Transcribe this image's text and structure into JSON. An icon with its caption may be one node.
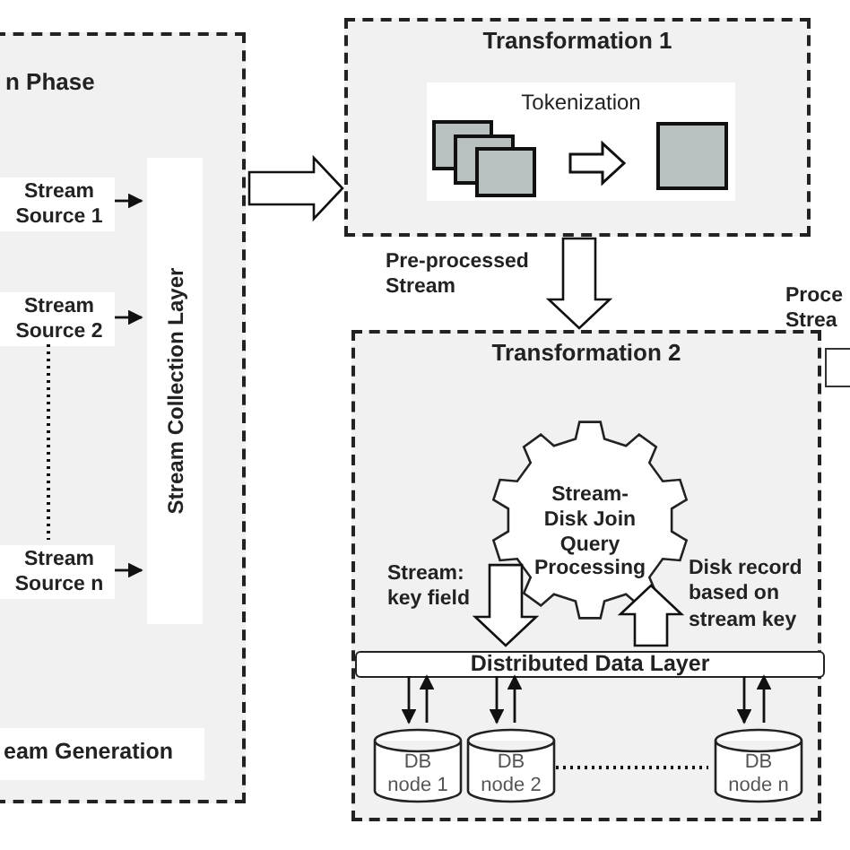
{
  "diagram": {
    "nodes": [
      {
        "text": [
          "n Phase"
        ]
      },
      {
        "text": [
          "Stream Source 1"
        ],
        "in": 0
      },
      {
        "text": [
          "Stream Source 2"
        ],
        "in": 0
      },
      {
        "text": [
          "Stream Source n"
        ],
        "in": 0
      },
      {
        "text": [
          "Stream Collection Layer"
        ],
        "in": 0
      },
      {
        "text": [
          "eam Generation"
        ],
        "in": 0
      },
      {
        "text": [
          "Transformation 1"
        ]
      },
      {
        "text": [
          "Tokenization"
        ],
        "in": 6
      },
      {
        "text": [
          "Transformation 2"
        ]
      },
      {
        "text": [
          "Stream-Disk Join Query Processing"
        ],
        "in": 8
      },
      {
        "text": [
          "Distributed Data Layer"
        ],
        "in": 8
      },
      {
        "text": [
          "DB node 1"
        ],
        "in": 8
      },
      {
        "text": [
          "DB node 2"
        ],
        "in": 8
      },
      {
        "text": [
          "DB node n"
        ],
        "in": 8
      },
      {
        "text": [],
        "shape": "box"
      }
    ],
    "edges": [
      {
        "from": 1,
        "to": 4,
        "arrow": "to"
      },
      {
        "from": 2,
        "to": 4,
        "arrow": "to"
      },
      {
        "from": 3,
        "to": 4,
        "arrow": "to"
      },
      {
        "from": 2,
        "to": 3,
        "arrow": "none",
        "style": "dashed"
      },
      {
        "from": 0,
        "to": 6,
        "arrow": "to",
        "style": "thick"
      },
      {
        "from": 6,
        "to": 8,
        "arrow": "to",
        "style": "thick",
        "label": "Pre-processed Stream"
      },
      {
        "from": 9,
        "to": 10,
        "arrow": "to",
        "style": "thick",
        "label": "Stream: key field"
      },
      {
        "from": 10,
        "to": 9,
        "arrow": "to",
        "style": "thick",
        "label": "Disk record based on stream key"
      },
      {
        "from": 10,
        "to": 11,
        "arrow": "to"
      },
      {
        "from": 11,
        "to": 10,
        "arrow": "to"
      },
      {
        "from": 10,
        "to": 12,
        "arrow": "to"
      },
      {
        "from": 12,
        "to": 10,
        "arrow": "to"
      },
      {
        "from": 10,
        "to": 13,
        "arrow": "to"
      },
      {
        "from": 13,
        "to": 10,
        "arrow": "to"
      },
      {
        "from": 12,
        "to": 13,
        "arrow": "none",
        "style": "dashed"
      }
    ],
    "labels": [
      "Proce Strea"
    ]
  }
}
